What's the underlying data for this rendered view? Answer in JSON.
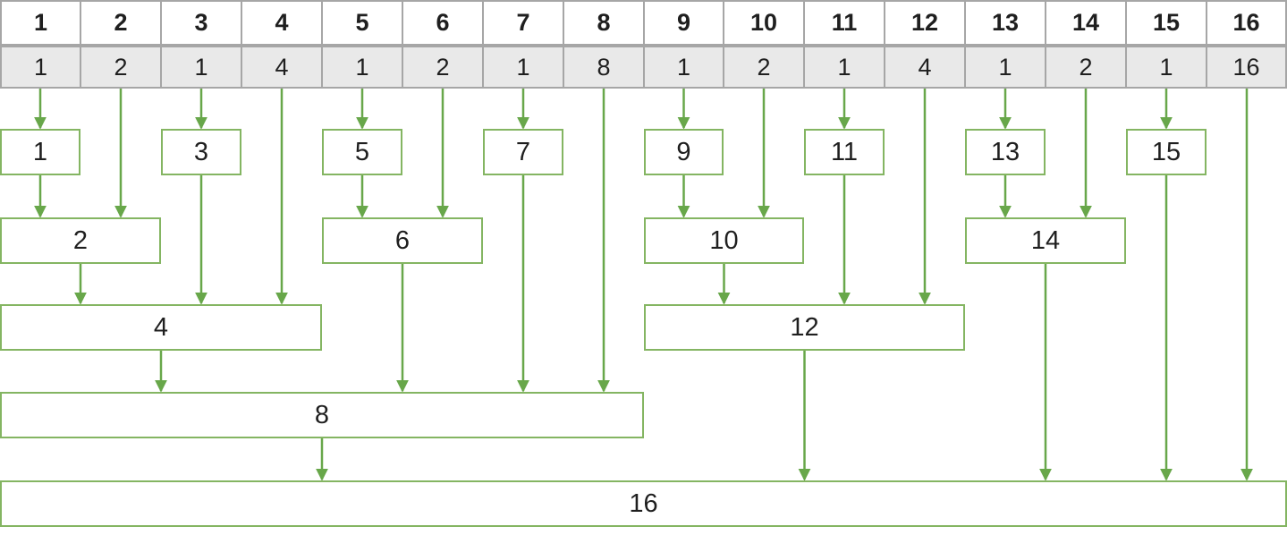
{
  "diagram": {
    "title": "binary-indexed-tree-structure",
    "columns": 16,
    "table": {
      "header_row": [
        "1",
        "2",
        "3",
        "4",
        "5",
        "6",
        "7",
        "8",
        "9",
        "10",
        "11",
        "12",
        "13",
        "14",
        "15",
        "16"
      ],
      "lowbit_row": [
        "1",
        "2",
        "1",
        "4",
        "1",
        "2",
        "1",
        "8",
        "1",
        "2",
        "1",
        "4",
        "1",
        "2",
        "1",
        "16"
      ]
    },
    "nodes": [
      {
        "label": "1",
        "col_start": 1,
        "col_end": 1,
        "level": 1
      },
      {
        "label": "2",
        "col_start": 1,
        "col_end": 2,
        "level": 2
      },
      {
        "label": "3",
        "col_start": 3,
        "col_end": 3,
        "level": 1
      },
      {
        "label": "4",
        "col_start": 1,
        "col_end": 4,
        "level": 3
      },
      {
        "label": "5",
        "col_start": 5,
        "col_end": 5,
        "level": 1
      },
      {
        "label": "6",
        "col_start": 5,
        "col_end": 6,
        "level": 2
      },
      {
        "label": "7",
        "col_start": 7,
        "col_end": 7,
        "level": 1
      },
      {
        "label": "8",
        "col_start": 1,
        "col_end": 8,
        "level": 4
      },
      {
        "label": "9",
        "col_start": 9,
        "col_end": 9,
        "level": 1
      },
      {
        "label": "10",
        "col_start": 9,
        "col_end": 10,
        "level": 2
      },
      {
        "label": "11",
        "col_start": 11,
        "col_end": 11,
        "level": 1
      },
      {
        "label": "12",
        "col_start": 9,
        "col_end": 12,
        "level": 3
      },
      {
        "label": "13",
        "col_start": 13,
        "col_end": 13,
        "level": 1
      },
      {
        "label": "14",
        "col_start": 13,
        "col_end": 14,
        "level": 2
      },
      {
        "label": "15",
        "col_start": 15,
        "col_end": 15,
        "level": 1
      },
      {
        "label": "16",
        "col_start": 1,
        "col_end": 16,
        "level": 5
      }
    ],
    "cell_arrows": [
      {
        "from_col": 1,
        "to_node": "1"
      },
      {
        "from_col": 2,
        "to_node": "2"
      },
      {
        "from_col": 3,
        "to_node": "3"
      },
      {
        "from_col": 4,
        "to_node": "4"
      },
      {
        "from_col": 5,
        "to_node": "5"
      },
      {
        "from_col": 6,
        "to_node": "6"
      },
      {
        "from_col": 7,
        "to_node": "7"
      },
      {
        "from_col": 8,
        "to_node": "8"
      },
      {
        "from_col": 9,
        "to_node": "9"
      },
      {
        "from_col": 10,
        "to_node": "10"
      },
      {
        "from_col": 11,
        "to_node": "11"
      },
      {
        "from_col": 12,
        "to_node": "12"
      },
      {
        "from_col": 13,
        "to_node": "13"
      },
      {
        "from_col": 14,
        "to_node": "14"
      },
      {
        "from_col": 15,
        "to_node": "15"
      },
      {
        "from_col": 16,
        "to_node": "16"
      }
    ],
    "node_arrows": [
      {
        "from_node": "1",
        "to_node": "2"
      },
      {
        "from_node": "2",
        "to_node": "4"
      },
      {
        "from_node": "3",
        "to_node": "4"
      },
      {
        "from_node": "4",
        "to_node": "8"
      },
      {
        "from_node": "5",
        "to_node": "6"
      },
      {
        "from_node": "6",
        "to_node": "8"
      },
      {
        "from_node": "7",
        "to_node": "8"
      },
      {
        "from_node": "8",
        "to_node": "16"
      },
      {
        "from_node": "9",
        "to_node": "10"
      },
      {
        "from_node": "10",
        "to_node": "12"
      },
      {
        "from_node": "11",
        "to_node": "12"
      },
      {
        "from_node": "12",
        "to_node": "16"
      },
      {
        "from_node": "13",
        "to_node": "14"
      },
      {
        "from_node": "14",
        "to_node": "16"
      },
      {
        "from_node": "15",
        "to_node": "16"
      }
    ],
    "colors": {
      "arrow": "#68a74a",
      "node_border": "#84b562",
      "node_fill": "#ffffff",
      "table_grid": "#a6a6a6",
      "lowbit_row_bg": "#e9e9e9",
      "header_row_bg": "#ffffff",
      "text": "#1f1f1f"
    }
  }
}
